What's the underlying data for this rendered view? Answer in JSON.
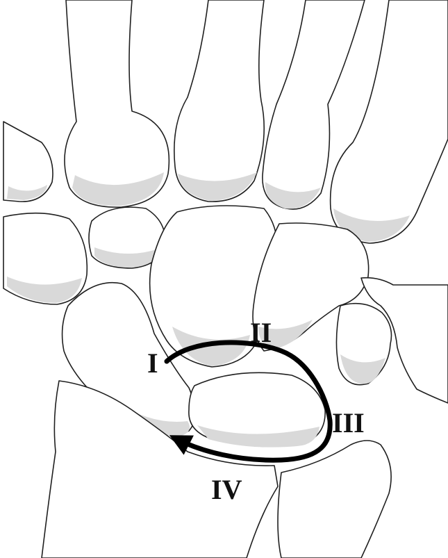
{
  "figure": {
    "labels": {
      "stage_1": "I",
      "stage_2": "II",
      "stage_3": "III",
      "stage_4": "IV"
    },
    "colors": {
      "background": "#ffffff",
      "bone_fill": "#ffffff",
      "bone_outline": "#1f1f1f",
      "bone_shading": "#d9d9d9",
      "arrow": "#000000",
      "label": "#111111"
    }
  }
}
